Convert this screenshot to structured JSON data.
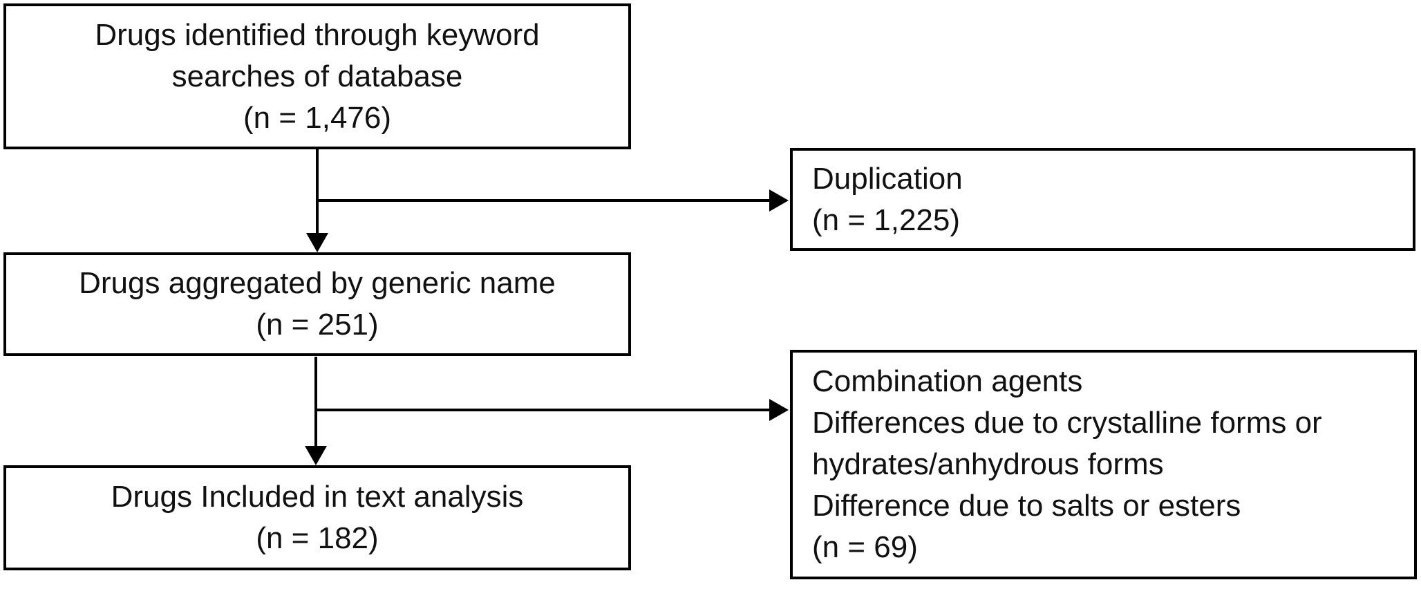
{
  "colors": {
    "bg": "#ffffff",
    "line": "#000000",
    "text": "#111111"
  },
  "nodes": {
    "identified": {
      "lines": [
        "Drugs identified through keyword",
        "searches of database",
        "(n = 1,476)"
      ]
    },
    "aggregated": {
      "lines": [
        "Drugs aggregated by generic name",
        "(n = 251)"
      ]
    },
    "included": {
      "lines": [
        "Drugs Included in text analysis",
        "(n = 182)"
      ]
    },
    "duplication": {
      "lines": [
        "Duplication",
        "(n = 1,225)"
      ]
    },
    "exclusion": {
      "lines": [
        "Combination agents",
        "Differences due to crystalline forms or",
        "hydrates/anhydrous forms",
        "Difference due to salts or esters",
        "(n = 69)"
      ]
    }
  }
}
